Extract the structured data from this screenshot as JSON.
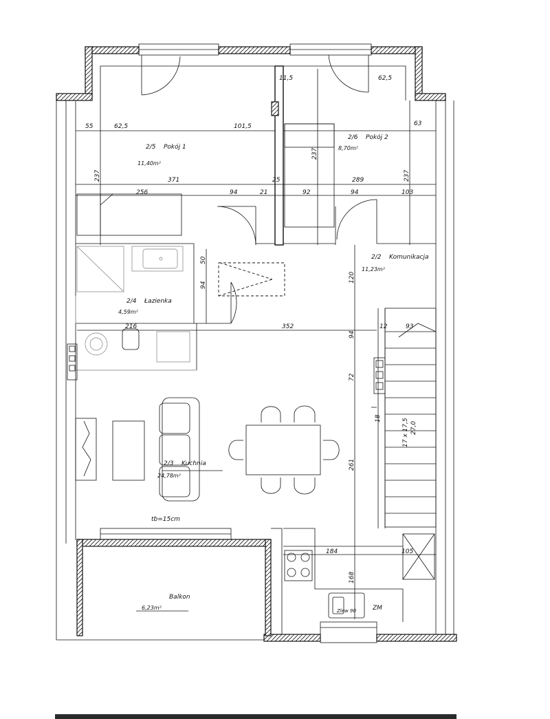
{
  "rooms": {
    "pokoj1": {
      "number": "2/5",
      "name": "Pokój 1",
      "area": "11,40m²"
    },
    "pokoj2": {
      "number": "2/6",
      "name": "Pokój 2",
      "area": "8,70m²"
    },
    "lazienka": {
      "number": "2/4",
      "name": "Łazienka",
      "area": "4,59m²"
    },
    "komunikacja": {
      "number": "2/2",
      "name": "Komunikacja",
      "area": "11,23m²"
    },
    "kuchnia": {
      "number": "2/3",
      "name": "Kuchnia",
      "area": "24,78m²"
    },
    "balkon": {
      "name": "Balkon",
      "area": "6,23m²"
    }
  },
  "dimensions": {
    "d55": "55",
    "d62a": "62,5",
    "d101": "101,5",
    "d62b": "62,5",
    "d63": "63",
    "d11": "11,5",
    "d237a": "237",
    "d237b": "237",
    "d237c": "237",
    "d371": "371",
    "d25": "25",
    "d289": "289",
    "d256": "256",
    "d94a": "94",
    "d21": "21",
    "d92": "92",
    "d94b": "94",
    "d103": "103",
    "d50": "50",
    "d94c": "94",
    "d120": "120",
    "d216": "216",
    "d352": "352",
    "d12": "12",
    "d93": "93",
    "d94d": "94",
    "d72": "72",
    "d18": "18",
    "d175": "17 x 17,5",
    "d2710": "27,0",
    "d261": "261",
    "d184": "184",
    "d105": "105",
    "d168": "168",
    "tb": "tb=15cm",
    "zm": "ZM",
    "sink": "Zlew 90"
  },
  "colors": {
    "line": "#111111",
    "fixture": "#9a9a9a",
    "footer": "#2b2b2b"
  }
}
